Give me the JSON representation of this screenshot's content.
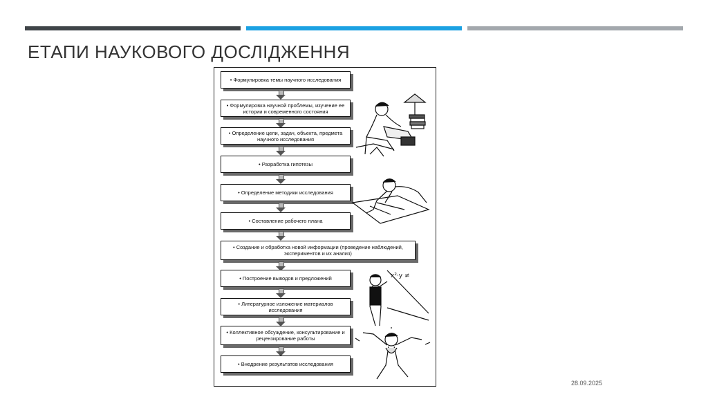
{
  "slide": {
    "title": "ЕТАПИ НАУКОВОГО ДОСЛІДЖЕННЯ",
    "date": "28.09.2025"
  },
  "diagram": {
    "steps": [
      {
        "text": "• Формулировка темы научного исследования"
      },
      {
        "text": "• Формулировка научной проблемы, изучение ее истории и современного состояния"
      },
      {
        "text": "• Определение цели, задач, объекта, предмета научного исследования"
      },
      {
        "text": "• Разработка гипотезы"
      },
      {
        "text": "• Определение методики исследования"
      },
      {
        "text": "• Составление рабочего плана"
      },
      {
        "text": "• Создание и обработка новой информации (проведение наблюдений, экспериментов и их анализ)"
      },
      {
        "text": "• Построение выводов и предложений"
      },
      {
        "text": "• Литературное изложение материалов исследования"
      },
      {
        "text": "• Коллективное обсуждение, консультирование и рецензирование работы"
      },
      {
        "text": "• Внедрение результатов исследования"
      }
    ],
    "illustrations": [
      "researcher-reading-icon",
      "researcher-drawing-icon",
      "researcher-blackboard-icon",
      "researcher-celebrating-icon"
    ]
  }
}
